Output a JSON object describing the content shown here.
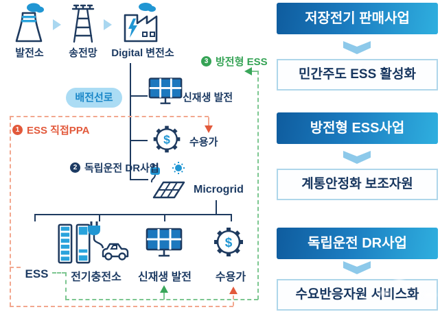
{
  "colors": {
    "navy": "#1e3a5f",
    "blue_accent": "#2196d3",
    "cyan": "#29a3dc",
    "light_blue": "#a9d7f0",
    "green": "#3aa65a",
    "orange": "#e2593b",
    "panel_gradient_start": "#0f5c9e",
    "panel_gradient_end": "#2fafdf",
    "pill_bg": "#abdcf4",
    "pill_text": "#1a87c8"
  },
  "top_flow": {
    "nodes": [
      {
        "label": "발전소",
        "icon": "power-plant-icon"
      },
      {
        "label": "송전망",
        "icon": "transmission-tower-icon"
      },
      {
        "label": "Digital 변전소",
        "icon": "digital-substation-icon"
      }
    ]
  },
  "badges": {
    "distribution_line": "배전선로"
  },
  "notes": {
    "n1": {
      "num": "1",
      "label": "ESS 직접PPA"
    },
    "n2": {
      "num": "2",
      "label": "독립운전 DR사업"
    },
    "n3": {
      "num": "3",
      "label": "방전형 ESS"
    }
  },
  "mid_nodes": {
    "renewable": "신재생 발전",
    "consumer": "수용가",
    "microgrid": "Microgrid"
  },
  "bottom_nodes": {
    "ess": "ESS",
    "ev_charging": "전기충전소",
    "renewable": "신재생 발전",
    "consumer": "수용가"
  },
  "icons": {
    "dollar": "$"
  },
  "right_panel": {
    "groups": [
      {
        "header": "저장전기 판매사업",
        "result": "민간주도 ESS 활성화"
      },
      {
        "header": "방전형 ESS사업",
        "result": "계통안정화 보조자원"
      },
      {
        "header": "독립운전 DR사업",
        "result": "수요반응자원 서비스화"
      }
    ]
  }
}
